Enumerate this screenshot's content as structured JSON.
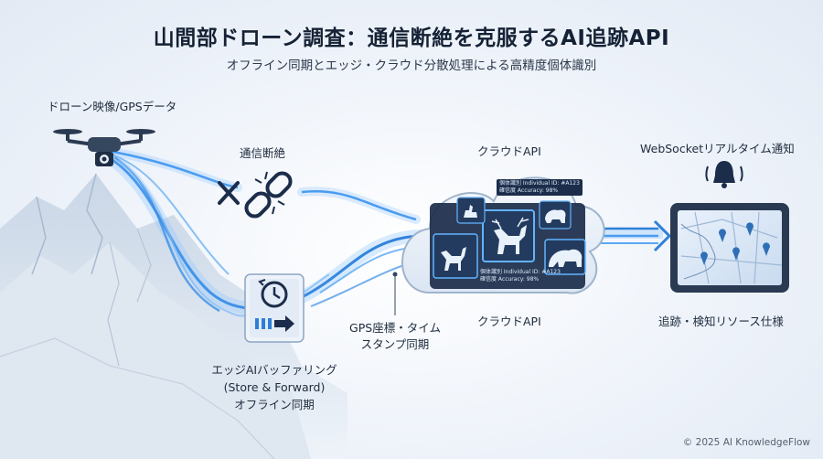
{
  "header": {
    "title": "山間部ドローン調査：通信断絶を克服するAI追跡API",
    "subtitle": "オフライン同期とエッジ・クラウド分散処理による高精度個体識別"
  },
  "labels": {
    "drone_input": "ドローン映像/GPSデータ",
    "comm_break": "通信断絶",
    "cloud_api_top": "クラウドAPI",
    "websocket": "WebSocketリアルタイム通知",
    "gps_line1": "GPS座標・タイム",
    "gps_line2": "スタンプ同期",
    "cloud_api_bottom": "クラウドAPI",
    "tracking_spec": "追跡・検知リソース仕様",
    "edge_line1": "エッジAIバッファリング",
    "edge_line2": "(Store & Forward)",
    "edge_line3": "オフライン同期"
  },
  "cloud_cards": {
    "top_line1": "個体識別 Individual ID: #A123",
    "top_line2": "確信度 Accuracy: 98%",
    "bottom_line1": "個体識別 Individual ID: #A123",
    "bottom_line2": "確信度 Accuracy: 98%"
  },
  "footer": {
    "copyright": "© 2025 AI KnowledgeFlow"
  },
  "colors": {
    "accent": "#2f7fd8",
    "flow_glow": "#8ec5ff",
    "dark_navy": "#1b2d4a",
    "cloud_fill": "#e6eef8"
  },
  "icons": [
    "drone-icon",
    "broken-link-icon",
    "cross-icon",
    "cloud-icon",
    "deer-icon",
    "bear-icon",
    "bell-icon",
    "tablet-map-icon",
    "clock-buffer-icon",
    "arrow-icon",
    "mountain-icon"
  ]
}
